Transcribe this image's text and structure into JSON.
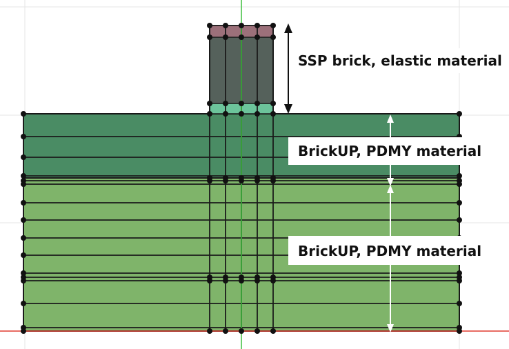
{
  "labels": {
    "top": "SSP brick, elastic material",
    "middle": "BrickUP, PDMY material",
    "bottom": "BrickUP, PDMY material"
  },
  "colors": {
    "background": "#ffffff",
    "grid": "#e4e4e4",
    "axis_vertical": "#3fbf3f",
    "axis_horizontal": "#e03a2f",
    "ssp_brick": "#55615b",
    "ssp_cap_top": "#9c707a",
    "ssp_cap_bottom": "#6cc49b",
    "upper_layer": "#4a8c64",
    "lower_layer": "#7fb46a",
    "mesh_lines": "#1a1a1a",
    "node": "#111111",
    "arrow_black": "#111111",
    "arrow_white": "#ffffff"
  },
  "icons": {
    "node": "dot-node-icon",
    "dimension_arrow": "double-arrow-icon"
  }
}
